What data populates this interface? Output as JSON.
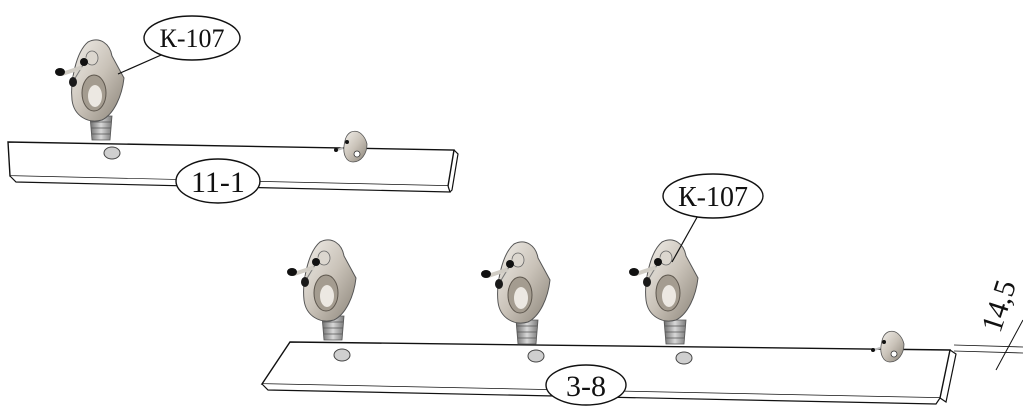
{
  "labels": {
    "top_fitting": "К-107",
    "top_panel": "11-1",
    "bottom_fitting": "К-107",
    "bottom_panel": "3-8",
    "dimension": "14,5"
  },
  "colors": {
    "line": "#111111",
    "metal_light": "#e6e2dc",
    "metal_mid": "#b8b1a6",
    "metal_dark": "#7b746a",
    "dowel": "#9a9a9a",
    "hole": "#cfcfcf"
  }
}
